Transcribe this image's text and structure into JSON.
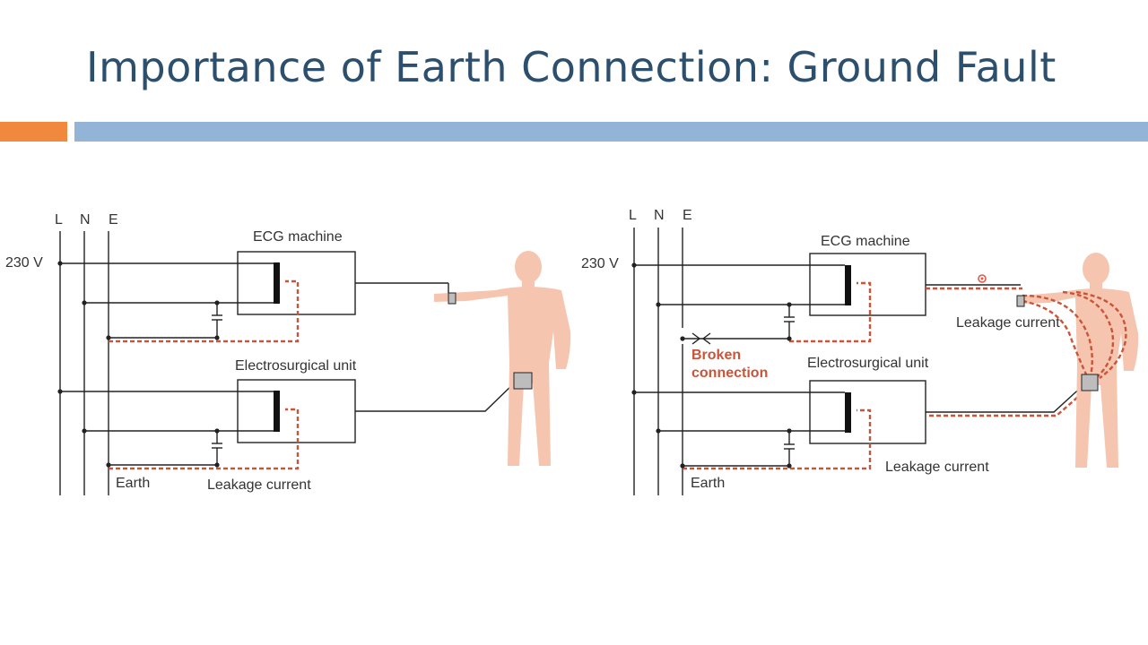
{
  "slide": {
    "title": "Importance of Earth Connection: Ground Fault"
  },
  "colors": {
    "title": "#2d4f6e",
    "accent_orange": "#f0883e",
    "accent_blue": "#93b4d6",
    "leakage": "#c8553a",
    "body": "#f6c5b0",
    "electrode": "#bdbdbd"
  },
  "icons": [
    "human-body-icon",
    "electrode-icon",
    "capacitor-icon"
  ],
  "left_diagram": {
    "bus_labels": [
      "L",
      "N",
      "E"
    ],
    "voltage": "230 V",
    "device_top": "ECG machine",
    "device_bottom": "Electrosurgical unit",
    "earth": "Earth",
    "leakage": "Leakage current"
  },
  "right_diagram": {
    "bus_labels": [
      "L",
      "N",
      "E"
    ],
    "voltage": "230 V",
    "device_top": "ECG machine",
    "device_bottom": "Electrosurgical unit",
    "earth": "Earth",
    "broken_line1": "Broken",
    "broken_line2": "connection",
    "leakage_top": "Leakage current",
    "leakage_bottom": "Leakage current"
  }
}
